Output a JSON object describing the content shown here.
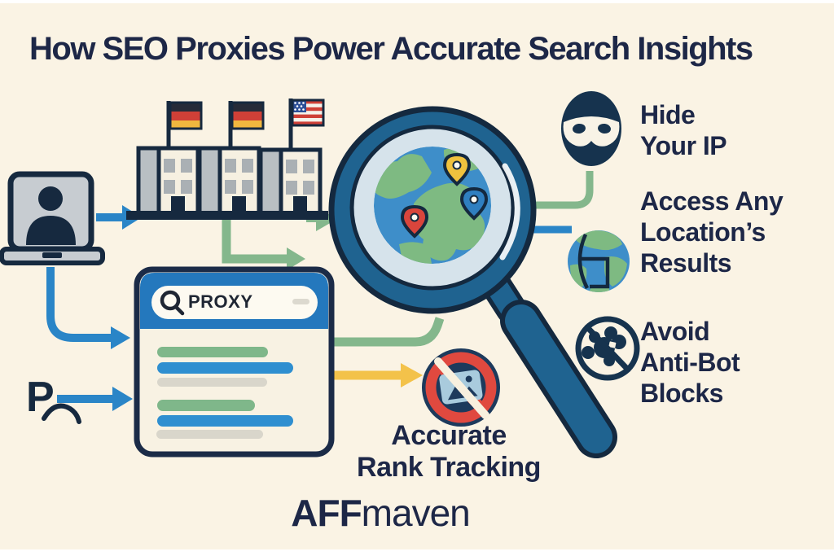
{
  "title": "How SEO Proxies Power Accurate Search Insights",
  "proxy_card": {
    "query": "PROXY"
  },
  "benefits": {
    "hide_ip": {
      "line1": "Hide",
      "line2": "Your IP"
    },
    "access_location": {
      "line1": "Access Any",
      "line2": "Location’s",
      "line3": "Results"
    },
    "avoid_blocks": {
      "line1": "Avoid",
      "line2": "Anti-Bot",
      "line3": "Blocks"
    }
  },
  "caption": {
    "line1": "Accurate",
    "line2": "Rank Tracking"
  },
  "annotation": {
    "p_label": "P"
  },
  "brand": {
    "bold": "AFF",
    "regular": "maven"
  },
  "icons": {
    "user_device": "laptop-user-icon",
    "proxy_servers": "buildings-with-flags-icon",
    "flags": [
      "germany-flag",
      "germany-flag",
      "usa-flag"
    ],
    "search_lens": "magnifying-glass-globe-icon",
    "pins": [
      "yellow-location-pin",
      "blue-location-pin",
      "red-location-pin"
    ],
    "search_glyph": "search-icon",
    "hide_ip": "mask-icon",
    "access_location": "globe-icon",
    "avoid_blocks": "no-robot-icon",
    "rank_tracking": "no-captcha-icon"
  },
  "colors": {
    "background": "#faf3e4",
    "navy": "#1d2747",
    "outline_navy": "#16293f",
    "blue": "#2a85c7",
    "green": "#84b78c",
    "yellow": "#f3c24a",
    "red": "#e0493f",
    "lens_teal": "#1f6390",
    "header_blue": "#2478bd"
  }
}
